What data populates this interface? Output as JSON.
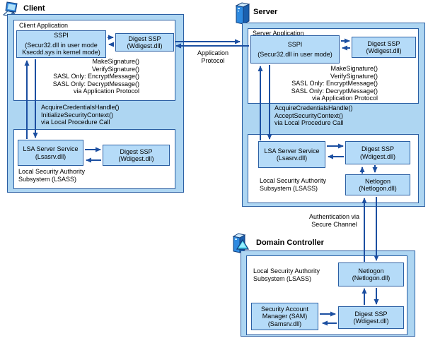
{
  "client": {
    "label": "Client",
    "app_title": "Client Application",
    "sspi_title": "SSPI",
    "sspi_sub": "(Secur32.dll in user mode\nKsecdd.sys in kernel mode)",
    "digest_ssp": "Digest SSP\n(Wdigest.dll)",
    "signatures": "MakeSignature()\nVerifySignature()\nSASL Only: EncryptMessage()\nSASL Only: DecryptMessage()\nvia Application Protocol",
    "lpc_calls": "AcquireCredentialsHandle()\nInitializeSecurityContext()\nvia Local Procedure Call",
    "lsa_service": "LSA Server Service\n(Lsasrv.dll)",
    "lsass_digest": "Digest SSP\n(Wdigest.dll)",
    "lsass_label": "Local Security Authority\nSubsystem (LSASS)"
  },
  "server": {
    "label": "Server",
    "app_title": "Server Application",
    "sspi_title": "SSPI",
    "sspi_sub": "(Secur32.dll in user mode)",
    "digest_ssp": "Digest SSP\n(Wdigest.dll)",
    "signatures": "MakeSignature()\nVerifySignature()\nSASL Only: EncryptMessage()\nSASL Only: DecryptMessage()\nvia Application Protocol",
    "lpc_calls": "AcquireCredentialsHandle()\nAcceptSecurityContext()\nvia Local Procedure Call",
    "lsa_service": "LSA Server Service\n(Lsasrv.dll)",
    "lsass_digest": "Digest SSP\n(Wdigest.dll)",
    "netlogon": "Netlogon\n(Netlogon.dll)",
    "lsass_label": "Local Security Authority\nSubsystem (LSASS)"
  },
  "dc": {
    "label": "Domain Controller",
    "lsass_label": "Local Security Authority\nSubsystem (LSASS)",
    "netlogon": "Netlogon\n(Netlogon.dll)",
    "sam": "Security Account\nManager (SAM)\n(Samsrv.dll)",
    "digest_ssp": "Digest SSP\n(Wdigest.dll)"
  },
  "connections": {
    "app_protocol": "Application\nProtocol",
    "secure_channel": "Authentication via\nSecure Channel"
  },
  "colors": {
    "panel_fill": "#aed6f2",
    "box_fill": "#b5dbf8",
    "border": "#2b5fa3",
    "arrow": "#1c4fa1",
    "icon_cyan": "#45d5f2"
  }
}
